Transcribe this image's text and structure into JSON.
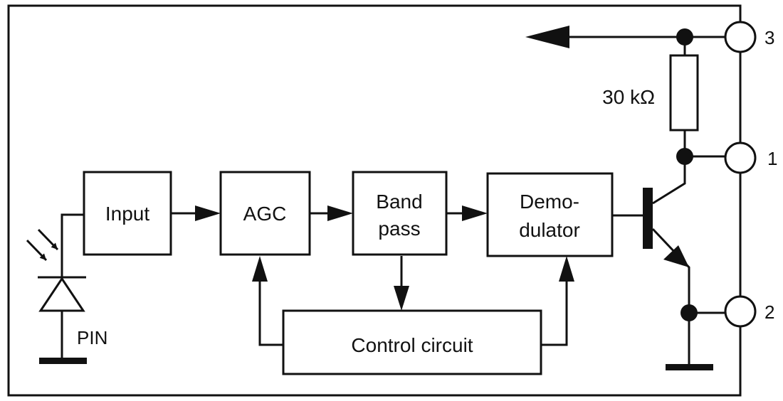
{
  "blocks": {
    "input": "Input",
    "agc": "AGC",
    "bandpass": [
      "Band",
      "pass"
    ],
    "demodulator": [
      "Demo-",
      "dulator"
    ],
    "control": "Control circuit"
  },
  "labels": {
    "pin": "PIN",
    "resistor": "30 kΩ"
  },
  "pins": {
    "out": "3",
    "vs": "1",
    "gnd": "2"
  },
  "colors": {
    "line": "#111111",
    "background": "#ffffff"
  }
}
